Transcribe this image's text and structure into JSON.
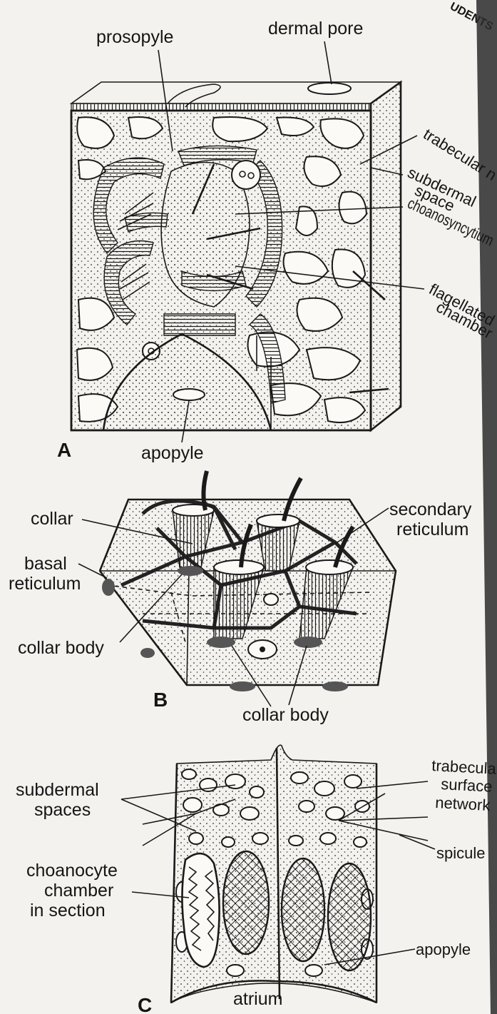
{
  "page_corner_text": "UDENTS",
  "panel_a": {
    "letter": "A",
    "labels": {
      "prosopyle": "prosopyle",
      "dermal_pore": "dermal pore",
      "trabecular": "trabecular n",
      "subdermal_1": "subdermal",
      "subdermal_2": "space",
      "choanosyncytium": "choanosyncytium",
      "flagellated_1": "flagellated",
      "flagellated_2": "chamber",
      "apopyle": "apopyle"
    }
  },
  "panel_b": {
    "letter": "B",
    "labels": {
      "collar": "collar",
      "basal_1": "basal",
      "basal_2": "reticulum",
      "collar_body_left": "collar body",
      "secondary_1": "secondary",
      "secondary_2": "reticulum",
      "collar_body_bottom": "collar body"
    }
  },
  "panel_c": {
    "letter": "C",
    "labels": {
      "subdermal_1": "subdermal",
      "subdermal_2": "spaces",
      "choanocyte_1": "choanocyte",
      "choanocyte_2": "chamber",
      "choanocyte_3": "in section",
      "trabecular_1": "trabecular",
      "trabecular_2": "surface",
      "trabecular_3": "network",
      "spicule": "spicule",
      "apopyle": "apopyle",
      "atrium": "atrium"
    }
  },
  "colors": {
    "paper": "#f4f2ee",
    "ink": "#151515"
  }
}
